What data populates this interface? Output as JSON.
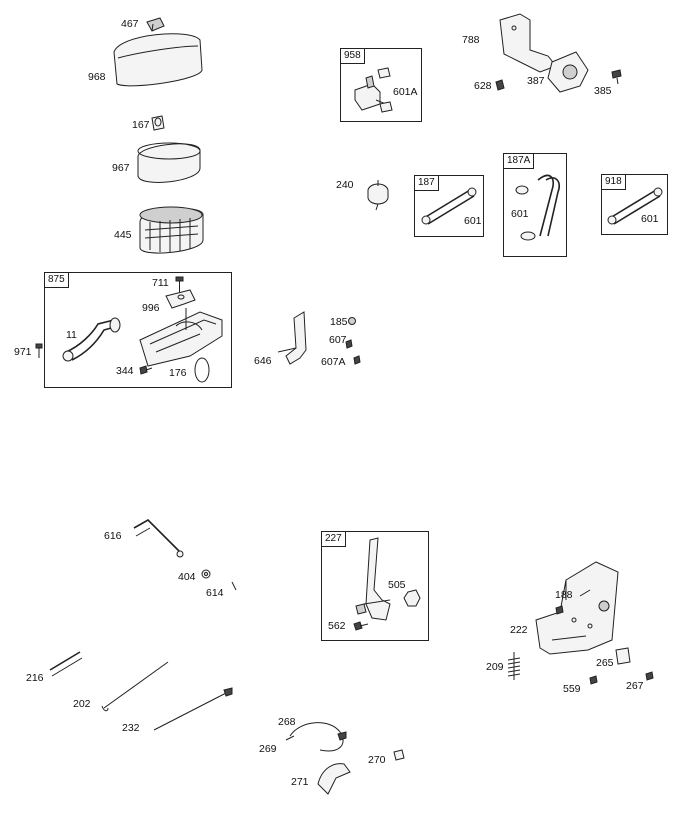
{
  "parts": {
    "p467": "467",
    "p968": "968",
    "p167": "167",
    "p967": "967",
    "p445": "445",
    "p711": "711",
    "p996": "996",
    "p11": "11",
    "p971": "971",
    "p344": "344",
    "p176": "176",
    "p601A": "601A",
    "p788": "788",
    "p628": "628",
    "p387": "387",
    "p385": "385",
    "p240": "240",
    "p601_187": "601",
    "p601_187A": "601",
    "p601_918": "601",
    "p185": "185",
    "p607": "607",
    "p607A": "607A",
    "p646": "646",
    "p616": "616",
    "p404": "404",
    "p614": "614",
    "p216": "216",
    "p202": "202",
    "p232": "232",
    "p505": "505",
    "p562": "562",
    "p268": "268",
    "p269": "269",
    "p271": "271",
    "p270": "270",
    "p188": "188",
    "p222": "222",
    "p209": "209",
    "p265": "265",
    "p559": "559",
    "p267": "267"
  },
  "boxes": {
    "b875": "875",
    "b958": "958",
    "b187": "187",
    "b187A": "187A",
    "b918": "918",
    "b227": "227"
  }
}
